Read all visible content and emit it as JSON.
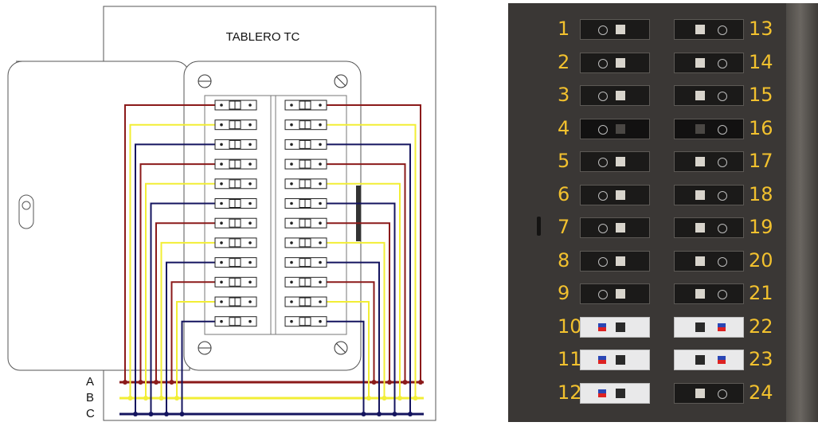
{
  "diagram": {
    "title": "TABLERO TC",
    "phases": [
      {
        "label": "A",
        "color": "#8b1a1a"
      },
      {
        "label": "B",
        "color": "#f2ee35"
      },
      {
        "label": "C",
        "color": "#14145f"
      }
    ],
    "left_breakers": [
      {
        "phase": "A"
      },
      {
        "phase": "B"
      },
      {
        "phase": "C"
      },
      {
        "phase": "A"
      },
      {
        "phase": "B"
      },
      {
        "phase": "C"
      },
      {
        "phase": "A"
      },
      {
        "phase": "B"
      },
      {
        "phase": "C"
      },
      {
        "phase": "A"
      },
      {
        "phase": "B"
      },
      {
        "phase": "C"
      }
    ],
    "right_breakers": [
      {
        "phase": "A"
      },
      {
        "phase": "B"
      },
      {
        "phase": "C"
      },
      {
        "phase": "A"
      },
      {
        "phase": "B"
      },
      {
        "phase": "C"
      },
      {
        "phase": "A"
      },
      {
        "phase": "B"
      },
      {
        "phase": "C"
      },
      {
        "phase": "A"
      },
      {
        "phase": "B"
      },
      {
        "phase": "C"
      }
    ]
  },
  "photo": {
    "left_numbers": [
      "1",
      "2",
      "3",
      "4",
      "5",
      "6",
      "7",
      "8",
      "9",
      "10",
      "11",
      "12"
    ],
    "right_numbers": [
      "13",
      "14",
      "15",
      "16",
      "17",
      "18",
      "19",
      "20",
      "21",
      "22",
      "23",
      "24"
    ],
    "left_styles": [
      "black",
      "black",
      "black",
      "dark",
      "black",
      "black",
      "black",
      "black",
      "black",
      "white",
      "white",
      "white"
    ],
    "right_styles": [
      "black",
      "black",
      "black",
      "dark",
      "black",
      "black",
      "black",
      "black",
      "black",
      "white",
      "white",
      "black"
    ]
  }
}
